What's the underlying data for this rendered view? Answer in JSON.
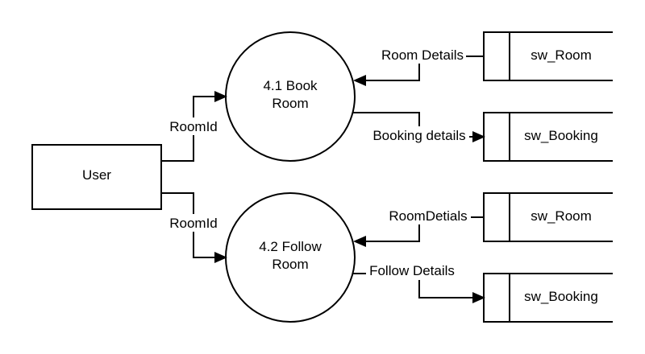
{
  "entity": {
    "label": "User"
  },
  "processes": [
    {
      "line1": "4.1 Book",
      "line2": "Room"
    },
    {
      "line1": "4.2 Follow",
      "line2": "Room"
    }
  ],
  "stores": [
    {
      "label": "sw_Room"
    },
    {
      "label": "sw_Booking"
    },
    {
      "label": "sw_Room"
    },
    {
      "label": "sw_Booking"
    }
  ],
  "flows": {
    "user_to_book": "RoomId",
    "user_to_follow": "RoomId",
    "room_to_book": "Room Details",
    "book_to_booking": "Booking details",
    "room_to_follow": "RoomDetials",
    "follow_to_booking": "Follow Details"
  }
}
